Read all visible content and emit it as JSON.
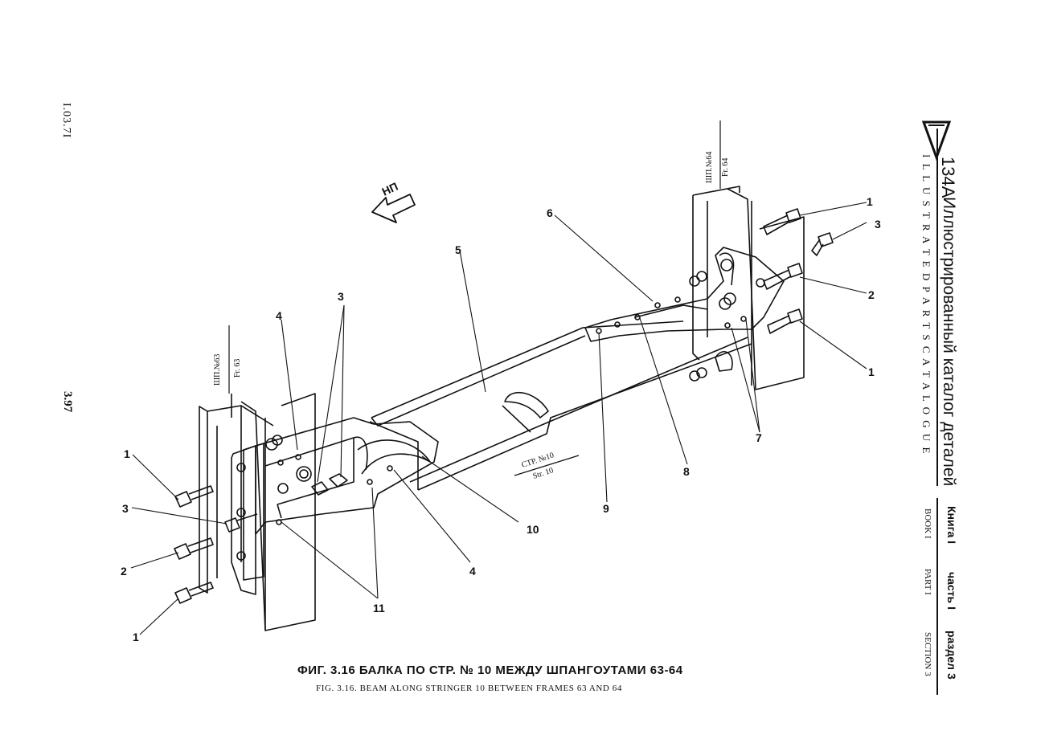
{
  "margin": {
    "doc_code": "I.03.7I",
    "page_number": "3.97"
  },
  "header": {
    "model": "134A",
    "catalog_ru": "Иллюстрированный каталог деталей",
    "catalog_en": "I L L U S T R A T E D   P A R T S   C A T A L O G U E",
    "book_ru": "Книга",
    "book_num": "I",
    "part_ru": "часть",
    "part_num": "I",
    "section_ru": "раздел",
    "section_num": "3",
    "book_en": "BOOK",
    "part_en": "PART",
    "section_en": "SECTION"
  },
  "diagram": {
    "direction_marker": "НП",
    "frame63_ru": "ШП.№63",
    "frame63_en": "Fr. 63",
    "frame64_ru": "ШП.№64",
    "frame64_en": "Fr. 64",
    "stringer_ru": "СТР. №10",
    "stringer_en": "Str. 10",
    "callouts": [
      "1",
      "2",
      "3",
      "4",
      "5",
      "6",
      "7",
      "8",
      "9",
      "10",
      "11"
    ]
  },
  "caption": {
    "ru": "ФИГ. 3.16 БАЛКА ПО СТР. № 10 МЕЖДУ ШПАНГОУТАМИ 63-64",
    "en": "FIG. 3.16. BEAM ALONG STRINGER 10 BETWEEN FRAMES 63 AND 64"
  }
}
